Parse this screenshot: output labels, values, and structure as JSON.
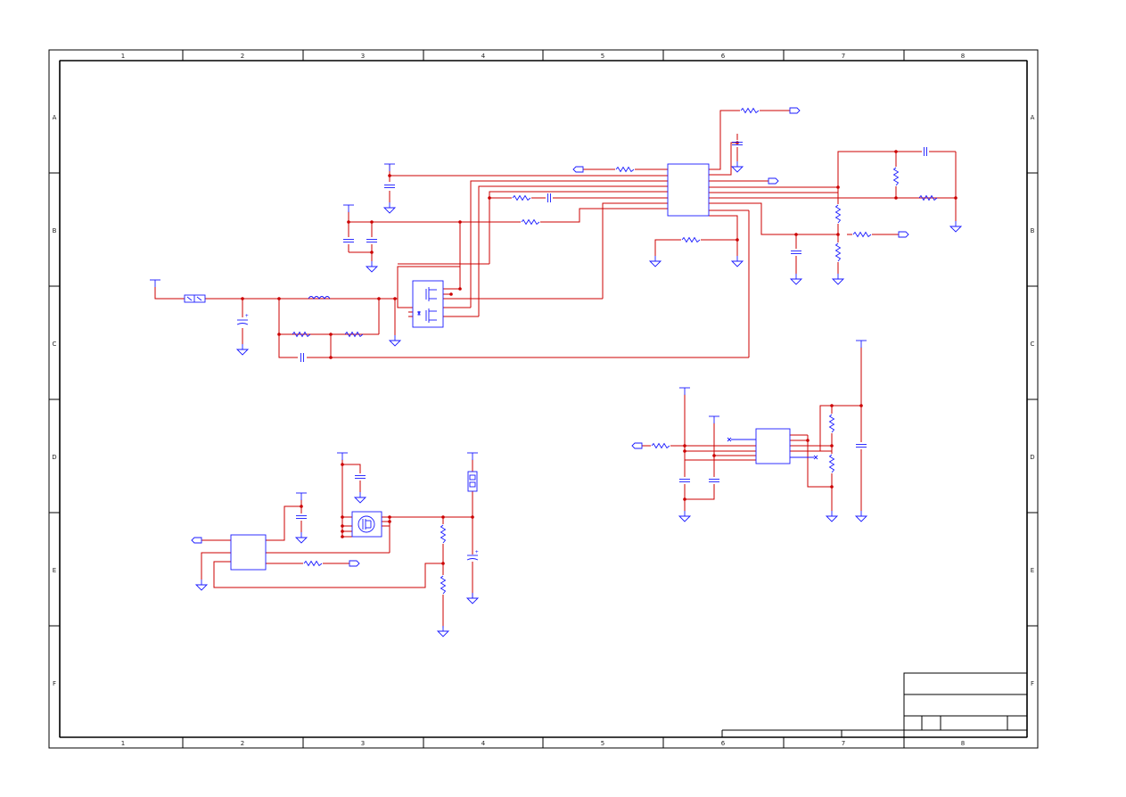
{
  "drawing_frame": {
    "column_labels": [
      "1",
      "2",
      "3",
      "4",
      "5",
      "6",
      "7",
      "8"
    ],
    "row_labels": [
      "A",
      "B",
      "C",
      "D",
      "E",
      "F"
    ]
  },
  "colors": {
    "wire": "#cc0000",
    "component": "#1a1aff",
    "frame": "#000000"
  },
  "components": {
    "fuse": "fuse-symbol",
    "power_symbol": "power-rail-symbol",
    "ground_symbol": "ground-triangle-symbol",
    "resistor": "resistor-zigzag-symbol",
    "capacitor": "capacitor-symbol",
    "inductor": "inductor-symbol",
    "mosfet": "dual-mosfet-symbol",
    "ic": "ic-block-symbol",
    "offpage": "offpage-connector-symbol",
    "connector": "connector-symbol",
    "no_connect": "no-connect-symbol"
  }
}
